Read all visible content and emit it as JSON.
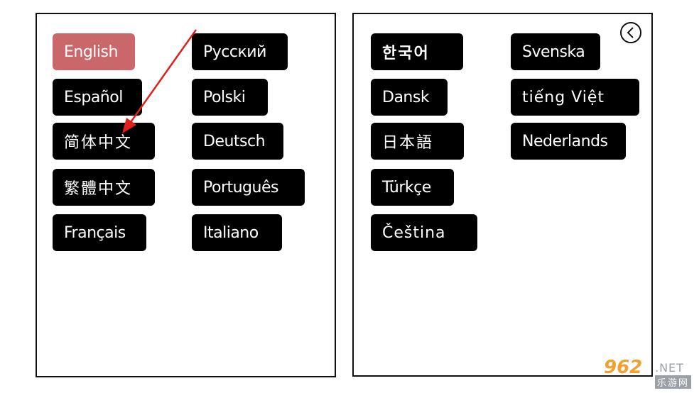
{
  "left_panel": {
    "languages": [
      {
        "label": "English",
        "selected": true
      },
      {
        "label": "Русский"
      },
      {
        "label": "Español"
      },
      {
        "label": "Polski"
      },
      {
        "label": "简体中文"
      },
      {
        "label": "Deutsch"
      },
      {
        "label": "繁體中文"
      },
      {
        "label": "Português"
      },
      {
        "label": "Français"
      },
      {
        "label": "Italiano"
      }
    ]
  },
  "right_panel": {
    "back_icon": "chevron-left-circle-icon",
    "languages": [
      {
        "label": "한국어"
      },
      {
        "label": "Svenska"
      },
      {
        "label": "Dansk"
      },
      {
        "label": "tiếng Việt"
      },
      {
        "label": "日本語"
      },
      {
        "label": "Nederlands"
      },
      {
        "label": "Türkçe"
      },
      {
        "label": "Čeština"
      }
    ]
  },
  "annotation": {
    "type": "red-arrow",
    "color": "#e0201c"
  },
  "colors": {
    "selected": "#c9676a",
    "button": "#000000",
    "text": "#ffffff"
  },
  "watermark": {
    "number": "962",
    "suffix": ".NET",
    "cn": "乐游网"
  }
}
